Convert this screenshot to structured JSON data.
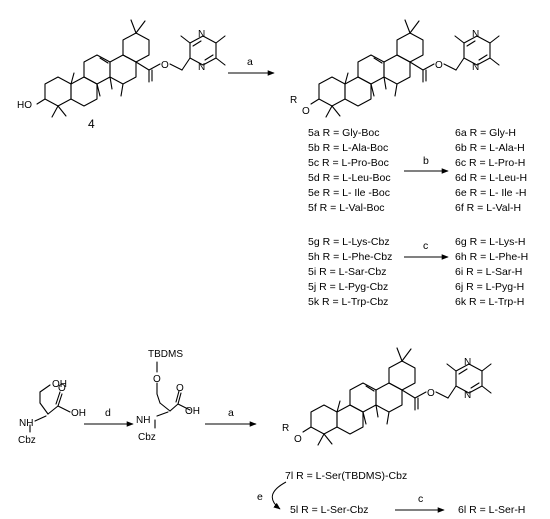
{
  "compound_start": "4",
  "reagents": {
    "a": "a",
    "b": "b",
    "c": "c",
    "d": "d",
    "e": "e"
  },
  "atoms": {
    "N": "N",
    "HO": "HO",
    "O": "O",
    "R": "R",
    "OH": "OH",
    "NH": "NH",
    "Cbz": "Cbz",
    "TBDMS": "TBDMS"
  },
  "series_boc": {
    "left": [
      "5a R = Gly-Boc",
      "5b R = L-Ala-Boc",
      "5c R = L-Pro-Boc",
      "5d R = L-Leu-Boc",
      "5e R = L- Ile -Boc",
      "5f R = L-Val-Boc"
    ],
    "right": [
      "6a R = Gly-H",
      "6b R = L-Ala-H",
      "6c R = L-Pro-H",
      "6d R = L-Leu-H",
      "6e R = L- Ile -H",
      "6f R = L-Val-H"
    ]
  },
  "series_cbz": {
    "left": [
      "5g R = L-Lys-Cbz",
      "5h R = L-Phe-Cbz",
      "5i R = L-Sar-Cbz",
      "5j R = L-Pyg-Cbz",
      "5k R = L-Trp-Cbz"
    ],
    "right": [
      "6g R = L-Lys-H",
      "6h R = L-Phe-H",
      "6i R = L-Sar-H",
      "6j R = L-Pyg-H",
      "6k R = L-Trp-H"
    ]
  },
  "serine": {
    "c7l": "7l R = L-Ser(TBDMS)-Cbz",
    "c5l": "5l R = L-Ser-Cbz",
    "c6l": "6l R = L-Ser-H"
  }
}
